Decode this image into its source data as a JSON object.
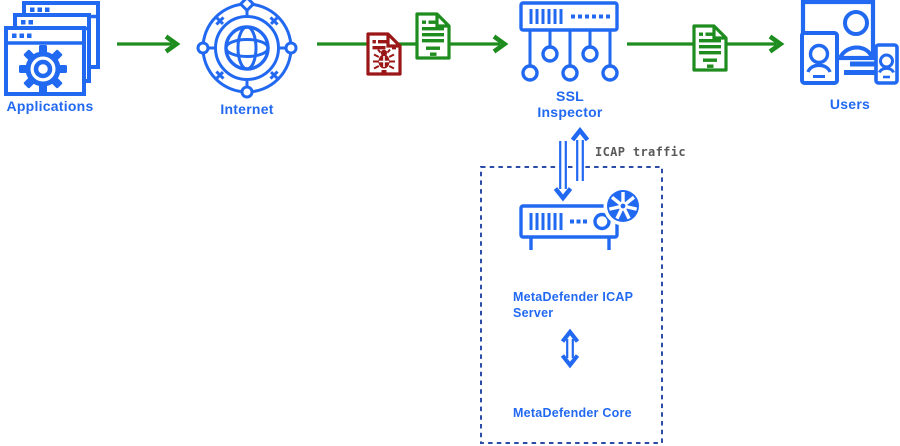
{
  "colors": {
    "blue": "#2269F2",
    "dash_blue": "#2B4DA8",
    "green": "#1E8C1E",
    "red": "#9B1717",
    "gray": "#595959",
    "background": "#FFFFFF"
  },
  "nodes": {
    "applications": {
      "label": "Applications",
      "icon": "app-windows-gear-icon"
    },
    "internet": {
      "label": "Internet",
      "icon": "globe-network-icon"
    },
    "ssl_inspector": {
      "label_line1": "SSL",
      "label_line2": "Inspector",
      "icon": "network-switch-ports-icon"
    },
    "users": {
      "label": "Users",
      "icon": "user-devices-icon"
    },
    "metadefender_icap_server": {
      "label_line1": "MetaDefender ICAP",
      "label_line2": "Server",
      "icon": "server-appliance-icon",
      "badge_icon": "opswat-wheel-icon"
    },
    "metadefender_core": {
      "label": "MetaDefender Core"
    }
  },
  "annotations": {
    "icap_traffic": "ICAP traffic"
  },
  "file_icons": {
    "infected_file": {
      "icon": "infected-file-icon",
      "color": "#9B1717"
    },
    "clean_file": {
      "icon": "clean-file-icon",
      "color": "#1E8C1E"
    }
  },
  "arrows": {
    "main_flow_direction": "left-to-right",
    "icap_exchange": "bidirectional"
  }
}
